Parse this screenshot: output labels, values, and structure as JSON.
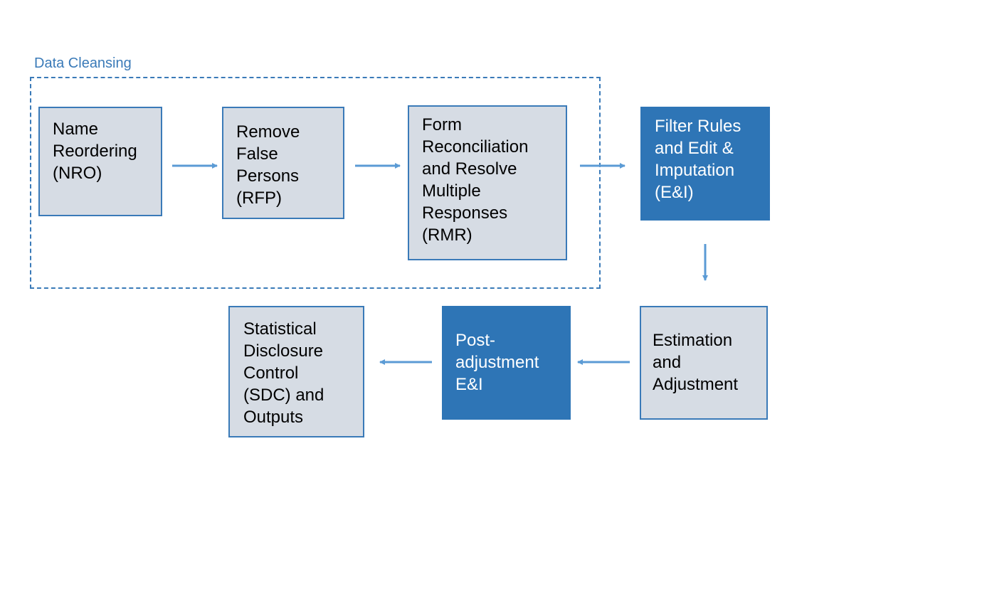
{
  "colors": {
    "accent": "#3a7ab8",
    "node_fill_light": "#d6dce4",
    "node_fill_dark": "#2e75b6",
    "arrow": "#5b9bd5"
  },
  "group": {
    "label": "Data Cleansing"
  },
  "nodes": {
    "nro": "Name\nReordering\n(NRO)",
    "rfp": "Remove\nFalse\nPersons\n(RFP)",
    "rmr": "Form\nReconciliation\nand Resolve\nMultiple\nResponses\n(RMR)",
    "ei": "Filter Rules\nand Edit &\nImputation\n(E&I)",
    "est": "Estimation\nand\nAdjustment",
    "post": "Post-\nadjustment\nE&I",
    "sdc": "Statistical\nDisclosure\nControl\n(SDC) and\nOutputs"
  }
}
